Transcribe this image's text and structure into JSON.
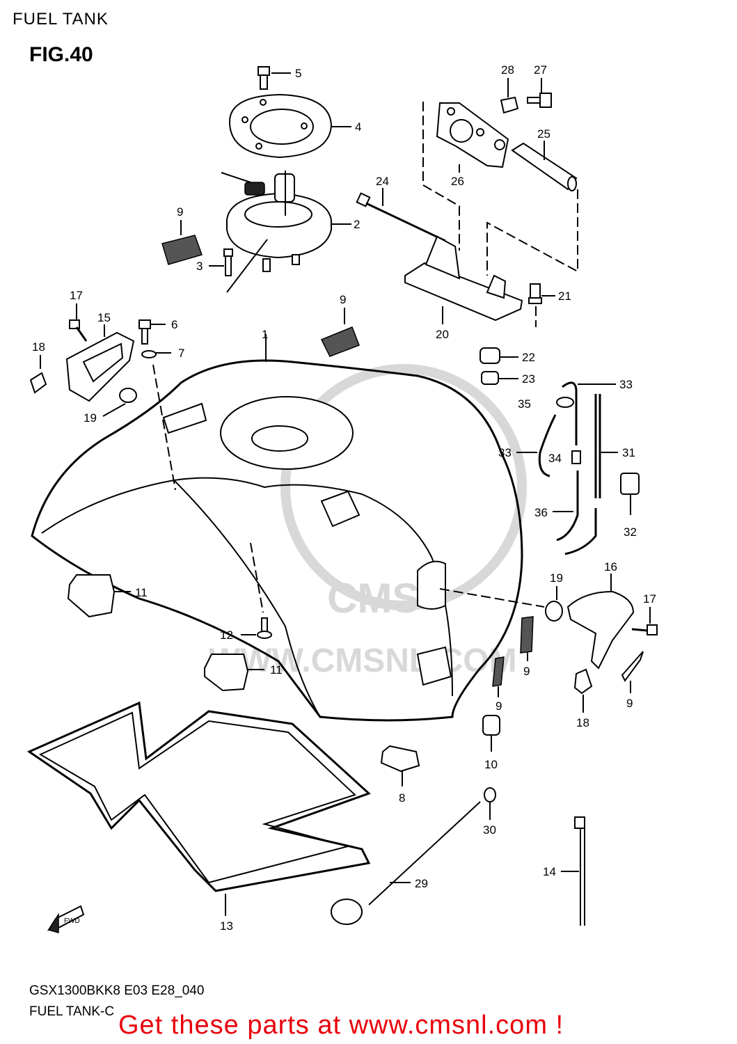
{
  "header": {
    "section": "FUEL TANK",
    "figure": "FIG.40"
  },
  "footer": {
    "model_code": "GSX1300BKK8 E03 E28_040",
    "subtitle": "FUEL TANK-C",
    "promo": "Get these parts at www.cmsnl.com !"
  },
  "watermark": {
    "text": "WWW.CMSNL.COM",
    "logo": "CMS"
  },
  "parts": [
    {
      "id": "5",
      "label": "5"
    },
    {
      "id": "4",
      "label": "4"
    },
    {
      "id": "2",
      "label": "2"
    },
    {
      "id": "3",
      "label": "3"
    },
    {
      "id": "9a",
      "label": "9"
    },
    {
      "id": "28",
      "label": "28"
    },
    {
      "id": "27",
      "label": "27"
    },
    {
      "id": "25",
      "label": "25"
    },
    {
      "id": "26",
      "label": "26"
    },
    {
      "id": "24",
      "label": "24"
    },
    {
      "id": "21",
      "label": "21"
    },
    {
      "id": "20",
      "label": "20"
    },
    {
      "id": "22",
      "label": "22"
    },
    {
      "id": "23",
      "label": "23"
    },
    {
      "id": "17a",
      "label": "17"
    },
    {
      "id": "15",
      "label": "15"
    },
    {
      "id": "6",
      "label": "6"
    },
    {
      "id": "7",
      "label": "7"
    },
    {
      "id": "18a",
      "label": "18"
    },
    {
      "id": "19a",
      "label": "19"
    },
    {
      "id": "9b",
      "label": "9"
    },
    {
      "id": "1",
      "label": "1"
    },
    {
      "id": "33a",
      "label": "33"
    },
    {
      "id": "35",
      "label": "35"
    },
    {
      "id": "33b",
      "label": "33"
    },
    {
      "id": "34",
      "label": "34"
    },
    {
      "id": "31",
      "label": "31"
    },
    {
      "id": "36",
      "label": "36"
    },
    {
      "id": "32",
      "label": "32"
    },
    {
      "id": "11a",
      "label": "11"
    },
    {
      "id": "19b",
      "label": "19"
    },
    {
      "id": "16",
      "label": "16"
    },
    {
      "id": "17b",
      "label": "17"
    },
    {
      "id": "12",
      "label": "12"
    },
    {
      "id": "11b",
      "label": "11"
    },
    {
      "id": "9c",
      "label": "9"
    },
    {
      "id": "9d",
      "label": "9"
    },
    {
      "id": "18b",
      "label": "18"
    },
    {
      "id": "9e",
      "label": "9"
    },
    {
      "id": "10",
      "label": "10"
    },
    {
      "id": "8",
      "label": "8"
    },
    {
      "id": "30",
      "label": "30"
    },
    {
      "id": "14",
      "label": "14"
    },
    {
      "id": "29",
      "label": "29"
    },
    {
      "id": "13",
      "label": "13"
    }
  ],
  "icons": {
    "fwd_arrow": "fwd-arrow-icon",
    "fwd_text": "FWD"
  }
}
